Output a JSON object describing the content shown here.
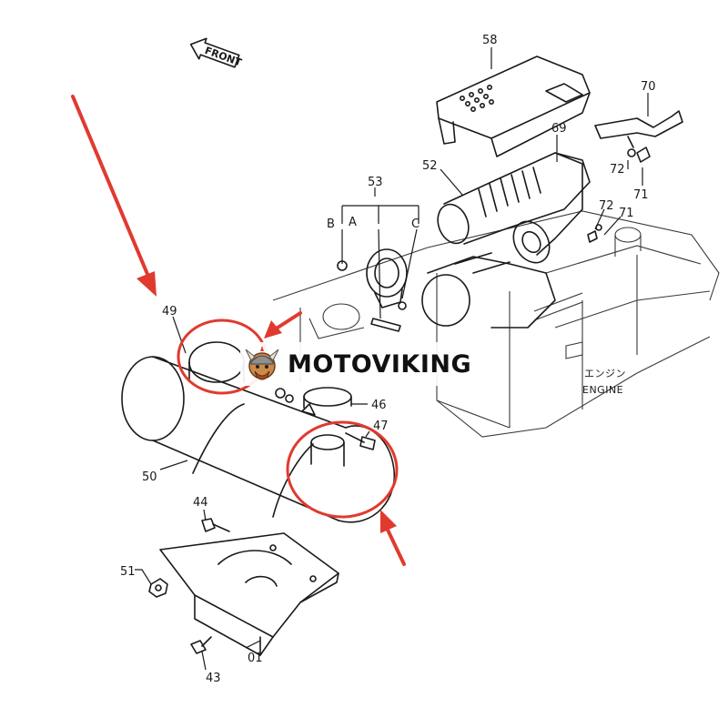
{
  "orientation_label": "FRONT",
  "watermark": {
    "brand": "MOTOVIKING"
  },
  "engine_label": {
    "japanese": "エンジン",
    "english": "ENGINE"
  },
  "callouts": {
    "p58": "58",
    "p70": "70",
    "p69": "69",
    "p52": "52",
    "p53": "53",
    "pA": "A",
    "pB": "B",
    "pC": "C",
    "p72a": "72",
    "p71a": "71",
    "p72b": "72",
    "p71b": "71",
    "p49": "49",
    "p46": "46",
    "p47": "47",
    "p50": "50",
    "p44": "44",
    "p51": "51",
    "p01": "01",
    "p43": "43"
  },
  "highlight_color": "#e03a2f"
}
